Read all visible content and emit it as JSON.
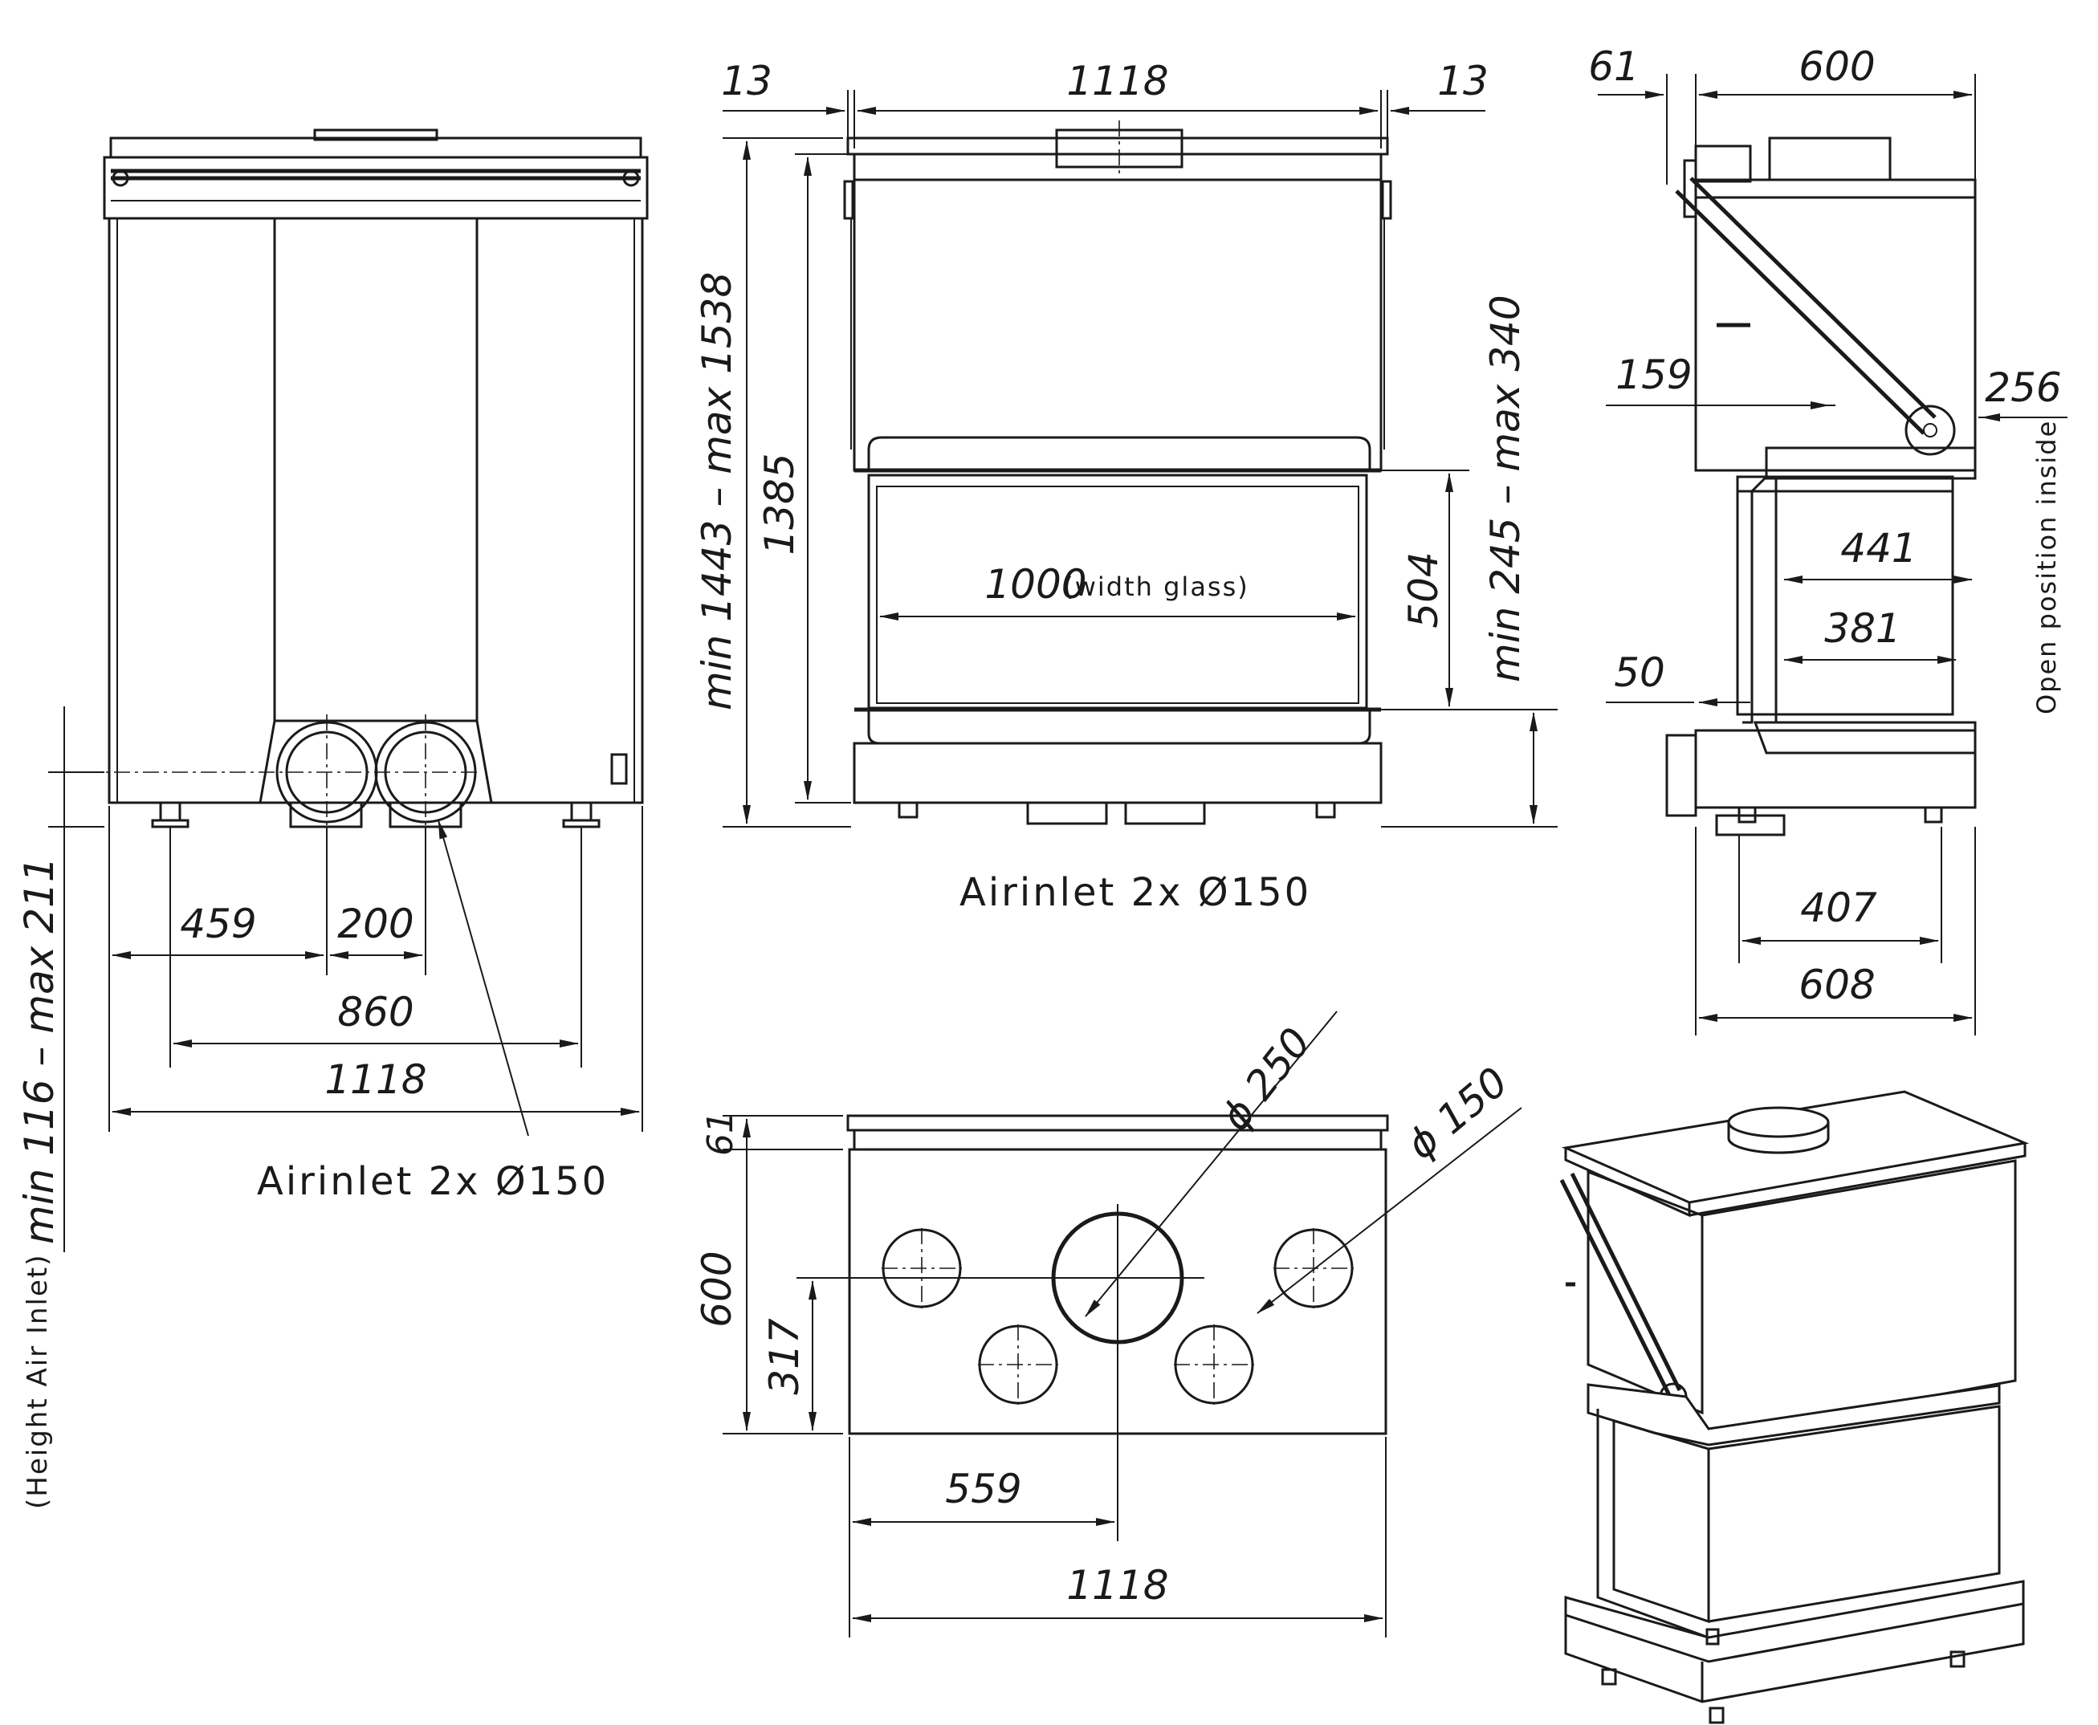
{
  "front_view": {
    "dimensions": {
      "d459": "459",
      "d200": "200",
      "d860": "860",
      "d1118": "1118",
      "height_range": "min 116  –  max 211",
      "height_note": "(Height  Air Inlet)"
    },
    "airinlet_label": "Airinlet  2x  Ø150"
  },
  "center_view": {
    "dimensions": {
      "top_left": "13",
      "top_width": "1118",
      "top_right": "13",
      "height_range": "min 1443  –  max 1538",
      "height_1385": "1385",
      "glass_width": "1000",
      "glass_note": "(width glass)",
      "glass_height": "504",
      "floor_range": "min 245 – max 340"
    },
    "airinlet_label": "Airinlet  2x  Ø150"
  },
  "side_view": {
    "dimensions": {
      "d61": "61",
      "d600": "600",
      "d159": "159",
      "d256": "256",
      "open_note": "Open position inside",
      "d441": "441",
      "d381": "381",
      "d50": "50",
      "d407": "407",
      "d608": "608"
    }
  },
  "top_view": {
    "dimensions": {
      "d61": "61",
      "d600": "600",
      "d317": "317",
      "dia250": "ϕ 250",
      "dia150": "ϕ 150",
      "d559": "559",
      "d1118": "1118"
    }
  }
}
